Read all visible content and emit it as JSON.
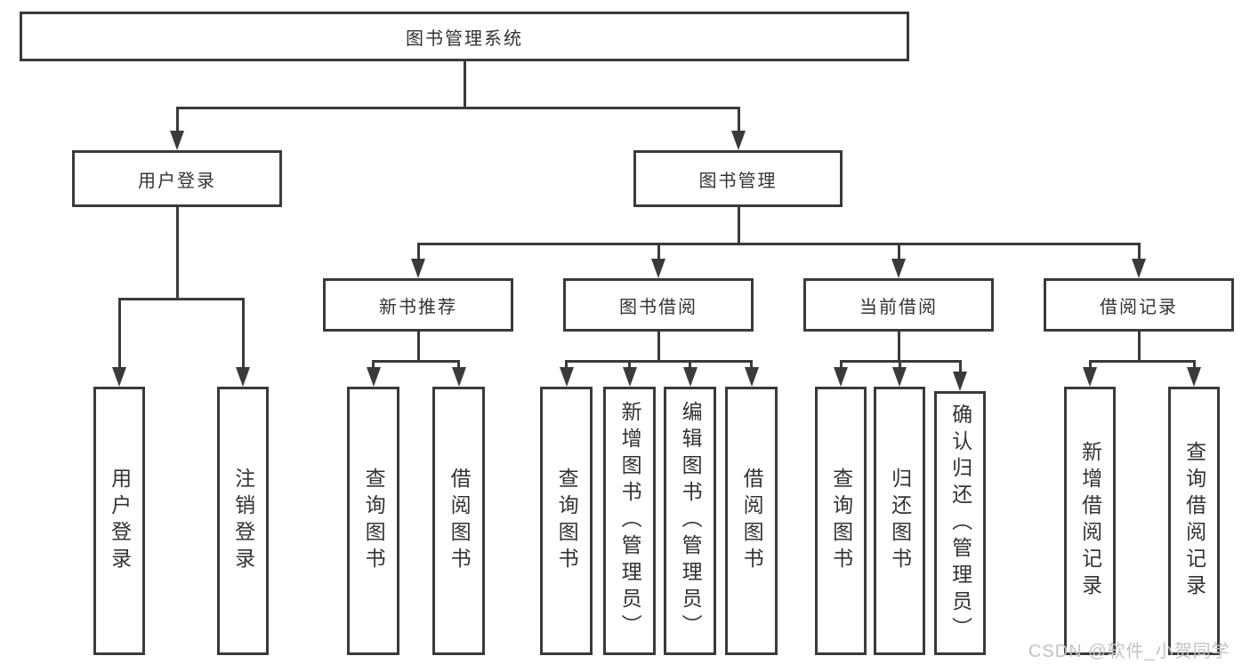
{
  "diagram": {
    "root": "图书管理系统",
    "level1": [
      "用户登录",
      "图书管理"
    ],
    "level2": [
      "新书推荐",
      "图书借阅",
      "当前借阅",
      "借阅记录"
    ],
    "leaves_login": [
      "用户登录",
      "注销登录"
    ],
    "leaves_recommend": [
      "查询图书",
      "借阅图书"
    ],
    "leaves_borrow": [
      "查询图书",
      "新增图书（管理员）",
      "编辑图书（管理员）",
      "借阅图书"
    ],
    "leaves_current": [
      "查询图书",
      "归还图书",
      "确认归还（管理员）"
    ],
    "leaves_records": [
      "新增借阅记录",
      "查询借阅记录"
    ]
  },
  "colors": {
    "line": "#3a3a3a",
    "text": "#333333",
    "watermark": "#c3c3c3"
  },
  "watermark": "CSDN @软件_小贺同学"
}
